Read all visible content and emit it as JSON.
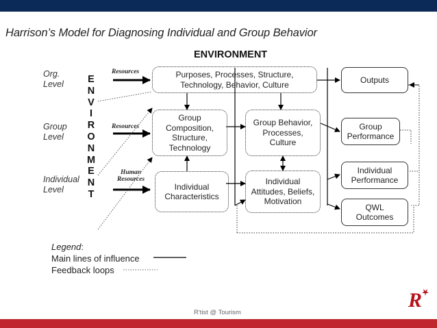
{
  "title": "Harrison’s Model for Diagnosing Individual and Group Behavior",
  "environment_title": "ENVIRONMENT",
  "environment_vertical": [
    "E",
    "N",
    "V",
    "I",
    "R",
    "O",
    "N",
    "M",
    "E",
    "N",
    "T"
  ],
  "levels": {
    "org": [
      "Org.",
      "Level"
    ],
    "group": [
      "Group",
      "Level"
    ],
    "individual": [
      "Individual",
      "Level"
    ]
  },
  "inputs": {
    "org": "Resources",
    "group": "Resources",
    "individual": [
      "Human",
      "Resources"
    ]
  },
  "boxes": {
    "org": [
      "Purposes, Processes, Structure,",
      "Technology, Behavior, Culture"
    ],
    "group_composition": [
      "Group",
      "Composition,",
      "Structure,",
      "Technology"
    ],
    "group_behavior": [
      "Group Behavior,",
      "Processes,",
      "Culture"
    ],
    "individual_characteristics": [
      "Individual",
      "Characteristics"
    ],
    "individual_attitudes": [
      "Individual",
      "Attitudes, Beliefs,",
      "Motivation"
    ],
    "outputs": "Outputs",
    "group_performance": [
      "Group",
      "Performance"
    ],
    "individual_performance": [
      "Individual",
      "Performance"
    ],
    "qwl_outcomes": [
      "QWL",
      "Outcomes"
    ]
  },
  "legend": {
    "heading": "Legend",
    "heading_suffix": ":",
    "main_lines": "Main lines of influence",
    "feedback": "Feedback loops"
  },
  "footer": "R'tist @ Tourism",
  "logo_text": "R",
  "colors": {
    "top_bar": "#0c2a57",
    "bottom_bar": "#c0262d",
    "logo": "#b5121b"
  }
}
